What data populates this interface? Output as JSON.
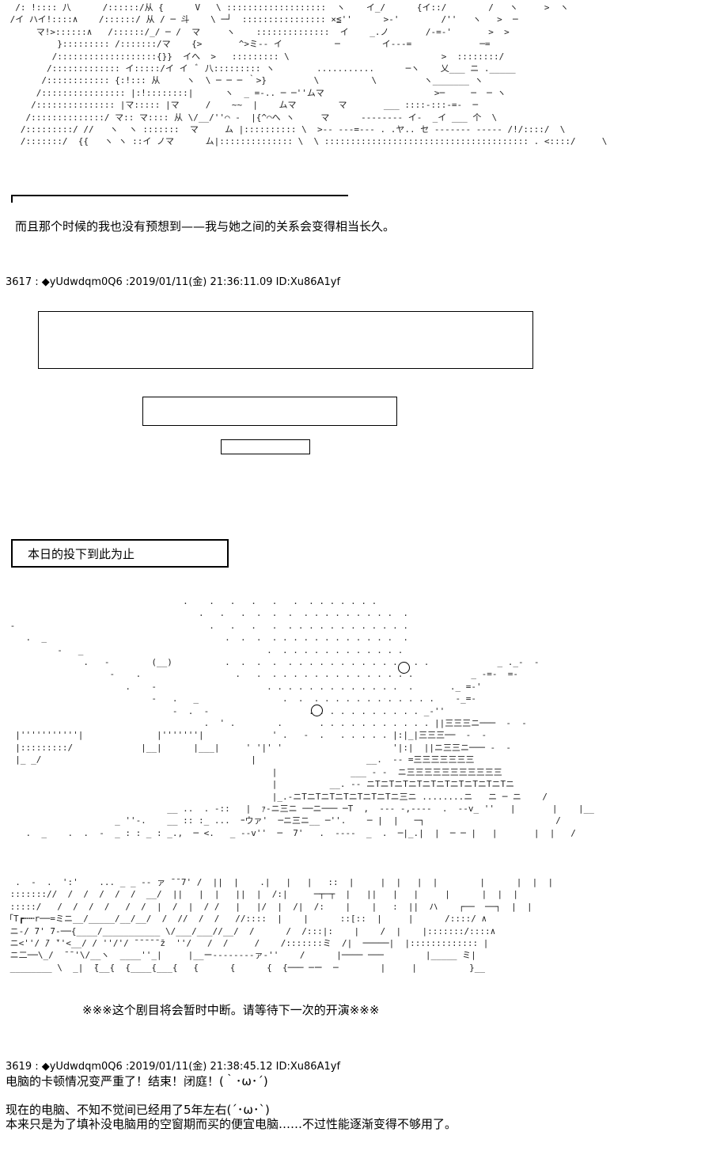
{
  "art_top": "  /: !:::: 八      /::::::/从 {      V   \\ :::::::::::::::::::  ヽ    イ_/      {イ::/        /   ヽ     >  ヽ\n /イ ハイ!::::∧    /::::::/ 从 / ─ 斗    \\ ─┘  :::::::::::::::: ×≦''      >-'        /''   ヽ   >  ─\n      マ!>::::::∧   /::::::/_/ ─ /  マ     ヽ    ::::::::::::::  イ    _.ノ       /-=-'       >  >\n          }::::::::: /:::::::/マ    {>       ^>ミ-- イ          ─        イ---=             ─=\n         /:::::::::::::::::::{}}  イへ  >   ::::::::: \\                             >  ::::::::/\n        /::::::::::::: イ:::::/イ イ  ﾞ 八::::::::: ヽ        ...........      ─ヽ    乂___ ニ ._____\n       /:::::::::::: {:!::: 从     ヽ  \\ ─ ─ ─ ｀>}         \\          \\         ヽ_______ ヽ\n      /:::::::::::::::: |:!::::::::|      ヽ  _ =-.. ─ ─''ムマ                     >─     ─  ─ ヽ\n     /::::::::::::::: |マ::::: |マ     /    ~~  |    ムマ        マ       ___ ::::-:::-=-  ─\n    /::::::::::::::/ マ:: マ:::: 从 \\/__/''⌒ -  |{^⌒へ ヽ     マ      -------- イ-  _イ ___ 个  \\\n   /:::::::::/ //   ヽ  ヽ :::::::  マ     ム |:::::::::: \\  >-- ---=--- . .ヤ.. セ ------- ----- /!/::::/  \\\n   /:::::::/  {{   ヽ ヽ ::イ ノマ      ム|:::::::::::::: \\  \\ ::::::::::::::::::::::::::::::::::::::: . <::::/     \\",
  "narration_1": "而且那个时候的我也没有预想到——我与她之间的关系会变得相当长久。",
  "post_3617": {
    "header": "3617 : ◆yUdwdqm0Q6 :2019/01/11(金) 21:36:11.09 ID:Xu86A1yf"
  },
  "todays_end_box": "本日的投下到此为止",
  "art_bottom": "                                  .    .   .   .   .   .  . . . . . . .\n                                     .   .   .  .  .  .  . . . . . . . . .  .\n -                                     .   .   .   .  . . . . . . . . . . . .\n    .  _                                  .  .  .  . . . . . . . . . . . .  .\n          -   _                                   .  . . . . . . . . . . . .\n               .   -        (__)          .  .  .  .  . . . . . . . . . . . . . .             _ ._-  -\n                    -    .                  .   .  . . . . . . . . . . . . . .           _ -=-  =-\n                       .    -                     . . . . . . . . . . . . .  .       ._ =-'\n                            -   .   _                .  .  . . . . . . . . . . . .    -_=-\n                                -  .  -                   . . . . . . . . . . . _-''\n                                      .  ' .        .       . . . . . . . . . . . ||三三三ニ───  -  -\n  |'''''''''''|              |'''''''|             ' .   -  .   . . . . . |:|_|三三三──  -  -\n  |:::::::::/             |__|      |___|     ' '|' '                     '|:|  ||ニ三三ニ─── -  -\n  |_ _/                                        |                     __.  -- =三三三三三三三\n                                                   |              ___ - -  ニ三三三三三三三三三三三\n                                                   |          __. -- ニTニTニTニTニTニTニTニTニTニTニ\n                                                   |_.-ニTニTニTニTニTニTニTニ三ニ ........ニ   ニ ─ ニ    /\n                               __ ..  . -::   |  ｧ-ニ三ニ ──ニ─── ─T  ,  --- -,----  .  --v_ ''   |       |    |__\n                     _ ''-.    __ :: :_ ...  ｰウァ'  ─ニ三ニ__ ─''.    ─ |  |   ─┐                         /\n    .  _    .  .  -  _ : : _ : _.,  ─ <.   _ --v''  ─  7'   .  ----  _  .  ─|_.|  |  ─ ─ |   |       |  |   /",
  "art_bottom_2": "  .  -  .  ':'    ... _ _ -- ァ ̄ ̄ 7' /  ||  |    .|   |   |   ::  |     |  |   |  |        |      |  |  |\n ::::::://  /  /  /  /  /  __/  ||   |  |   ||  |  /:|     ─┬─┬  |   ||   |   |     |      |  |  |\n :::::/   /  /  /  /   /  /  |  /  |  / /   |   |/  |  /|  /:    |    |   :  ||  ハ    ┌──  ──┐  |  |\n「T┏┉┉r──=ミニ__/_____/__/__/  /  //  /  /   //::::  |    |      ::[::  |     |      /::::/ ∧\n ニ-/ ̄7' ̄7-──{____/___________ \\/___/___//__/  /      /  /:::|:    |    /  |    |:::::::/::::∧\n ニ<''/ ̄/ ̄''<__/ / ''/'/ ̄ ̄ ̄ ̄ ̄ ̄z  ''/   /  /     /    /:::::::ミ  /|  ─────|  |::::::::::::: |\n ニ二──\\_/  ̄ ̄ '\\/__ヽ  ____''_|     |__ー--------ァ-''    /      |──── ───        |_____ ミ|\n ________ \\  _|  ̄{__{  {____{___{   {      {      {  {─── ─ー  ─        |     |          }__",
  "interlude_notice": "※※※这个剧目将会暂时中断。请等待下一次的开演※※※",
  "post_3619": {
    "header": "3619 : ◆yUdwdqm0Q6 :2019/01/11(金) 21:38:45.12 ID:Xu86A1yf",
    "line_1": "电脑的卡顿情况变严重了！结束！闭庭！(｀･ω･´)",
    "line_2": "现在的电脑、不知不觉间已经用了5年左右(´･ω･`)",
    "line_3": "本来只是为了填补没电脑用的空窗期而买的便宜电脑……不过性能逐渐变得不够用了。"
  }
}
